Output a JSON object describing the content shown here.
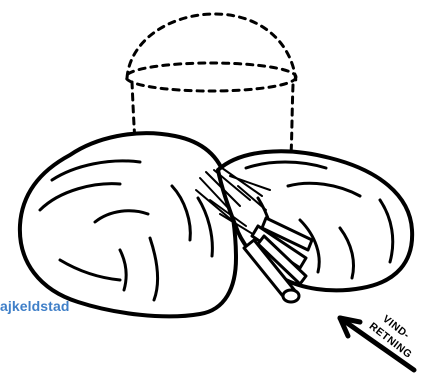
{
  "caption": "ajkeldstad",
  "wind_label_line1": "VIND-",
  "wind_label_line2": "RETNING",
  "colors": {
    "ink": "#000000",
    "caption": "#3f7fc8",
    "background": "#ffffff"
  },
  "icons": [
    "wind-direction-arrow"
  ]
}
